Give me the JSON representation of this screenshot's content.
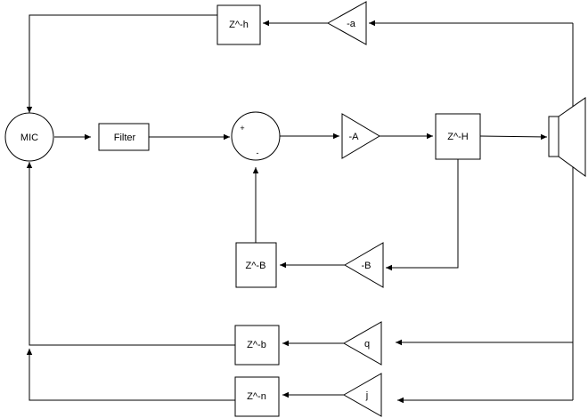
{
  "blocks": {
    "mic": "MIC",
    "filter": "Filter",
    "delay_h_small": "Z^-h",
    "delay_H_big": "Z^-H",
    "delay_B": "Z^-B",
    "delay_b": "Z^-b",
    "delay_n": "Z^-n"
  },
  "gains": {
    "a": "-a",
    "A": "-A",
    "B": "-B",
    "q": "q",
    "j": "j"
  },
  "summer": {
    "plus": "+",
    "minus": "-"
  }
}
